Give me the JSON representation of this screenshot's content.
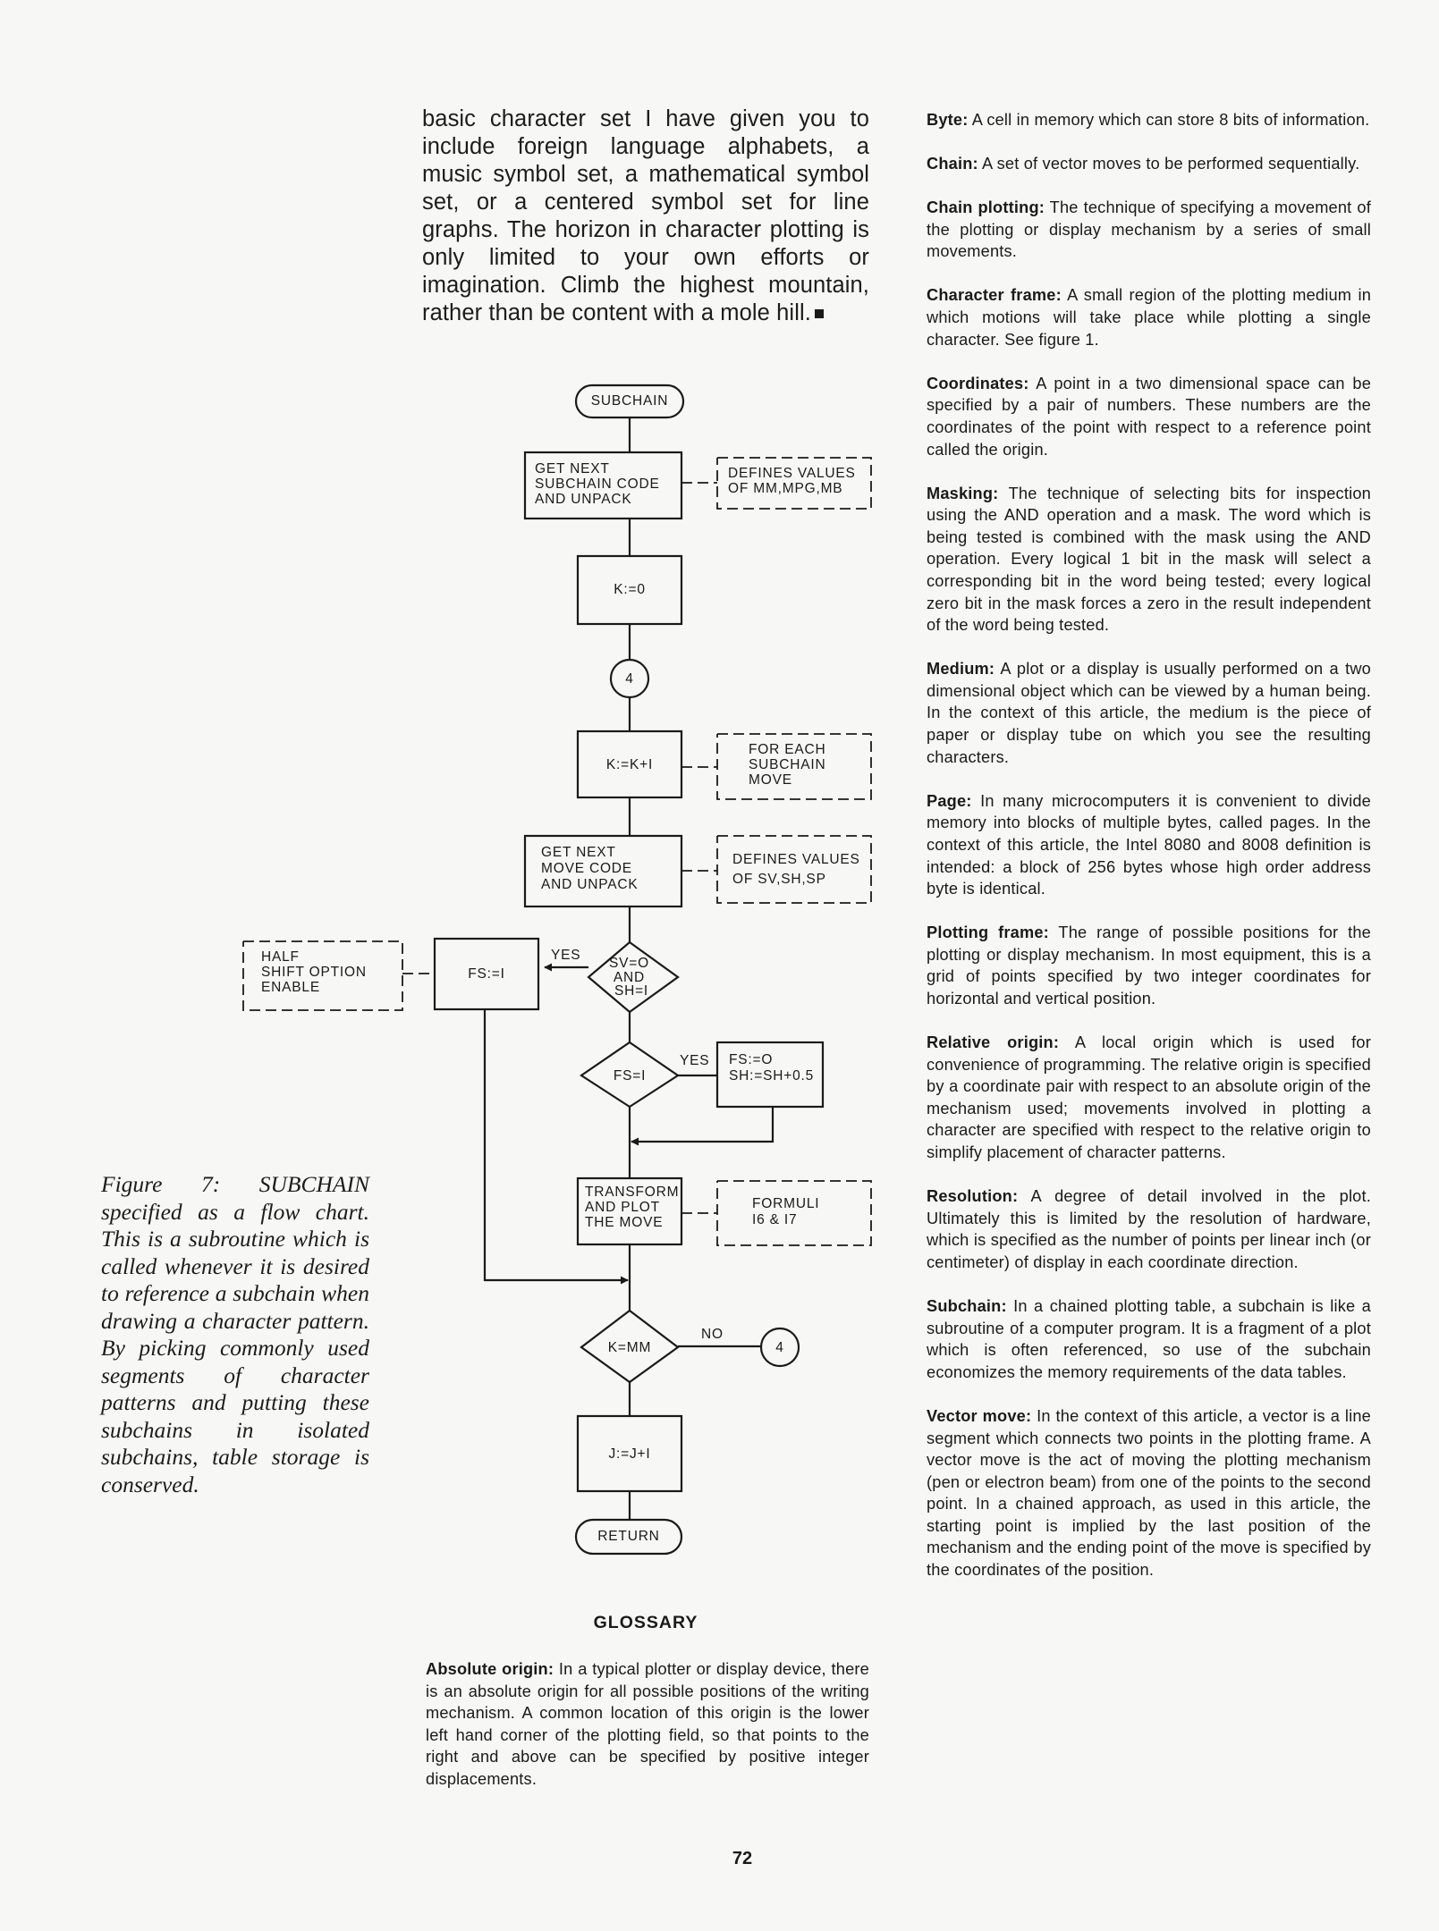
{
  "intro_text": "basic character set I have given you to include foreign language alphabets, a music symbol set, a mathematical symbol set, or a centered symbol set for line graphs. The horizon in character plotting is only limited to your own efforts or imagination. Climb the highest mountain, rather than be content with a mole hill.",
  "figure_caption": "Figure 7: SUBCHAIN specified as a flow chart. This is a subroutine which is called whenever it is desired to reference a subchain when drawing a character pattern. By picking commonly used segments of character patterns and putting these subchains in isolated subchains, table storage is conserved.",
  "flowchart": {
    "start": "SUBCHAIN",
    "get_subchain": [
      "GET NEXT",
      "SUBCHAIN CODE",
      "AND UNPACK"
    ],
    "note_defines_mm": [
      "DEFINES VALUES",
      "OF MM,MPG,MB"
    ],
    "init_k": "K:=0",
    "connector_label": "4",
    "inc_k": "K:=K+I",
    "note_for_each": [
      "FOR EACH",
      "SUBCHAIN",
      "MOVE"
    ],
    "get_move": [
      "GET NEXT",
      "MOVE CODE",
      "AND UNPACK"
    ],
    "note_defines_sv": [
      "DEFINES VALUES",
      "OF SV,SH,SP"
    ],
    "decision_sv": [
      "SV=O",
      "AND",
      "SH=I"
    ],
    "yes_label": "YES",
    "no_label": "NO",
    "set_fs": "FS:=I",
    "note_half_shift": [
      "HALF",
      "SHIFT OPTION",
      "ENABLE"
    ],
    "decision_fs": "FS=I",
    "reset_fs": [
      "FS:=O",
      "SH:=SH+0.5"
    ],
    "transform": [
      "TRANSFORM",
      "AND PLOT",
      "THE MOVE"
    ],
    "note_formuli": [
      "FORMULI",
      "I6 & I7"
    ],
    "decision_k": "K=MM",
    "inc_j": "J:=J+I",
    "end": "RETURN"
  },
  "glossary": {
    "title": "GLOSSARY",
    "left_entries": [
      {
        "term": "Absolute origin:",
        "definition": "In a typical plotter or display device, there is an absolute origin for all possible positions of the writing mechanism. A common location of this origin is the lower left hand corner of the plotting field, so that points to the right and above can be specified by positive integer displacements."
      }
    ],
    "right_entries": [
      {
        "term": "Byte:",
        "definition": "A cell in memory which can store 8 bits of information."
      },
      {
        "term": "Chain:",
        "definition": "A set of vector moves to be performed sequentially."
      },
      {
        "term": "Chain plotting:",
        "definition": "The technique of specifying a movement of the plotting or display mechanism by a series of small movements."
      },
      {
        "term": "Character frame:",
        "definition": "A small region of the plotting medium in which motions will take place while plotting a single character. See figure 1."
      },
      {
        "term": "Coordinates:",
        "definition": "A point in a two dimensional space can be specified by a pair of numbers. These numbers are the coordinates of the point with respect to a reference point called the origin."
      },
      {
        "term": "Masking:",
        "definition": "The technique of selecting bits for inspection using the AND operation and a mask. The word which is being tested is combined with the mask using the AND operation. Every logical 1 bit in the mask will select a corresponding bit in the word being tested; every logical zero bit in the mask forces a zero in the result independent of the word being tested."
      },
      {
        "term": "Medium:",
        "definition": "A plot or a display is usually performed on a two dimensional object which can be viewed by a human being. In the context of this article, the medium is the piece of paper or display tube on which you see the resulting characters."
      },
      {
        "term": "Page:",
        "definition": "In many microcomputers it is convenient to divide memory into blocks of multiple bytes, called pages. In the context of this article, the Intel 8080 and 8008 definition is intended: a block of 256 bytes whose high order address byte is identical."
      },
      {
        "term": "Plotting frame:",
        "definition": "The range of possible positions for the plotting or display mechanism. In most equipment, this is a grid of points specified by two integer coordinates for horizontal and vertical position."
      },
      {
        "term": "Relative origin:",
        "definition": "A local origin which is used for convenience of programming. The relative origin is specified by a coordinate pair with respect to an absolute origin of the mechanism used; movements involved in plotting a character are specified with respect to the relative origin to simplify placement of character patterns."
      },
      {
        "term": "Resolution:",
        "definition": "A degree of detail involved in the plot. Ultimately this is limited by the resolution of hardware, which is specified as the number of points per linear inch (or centimeter) of display in each coordinate direction."
      },
      {
        "term": "Subchain:",
        "definition": "In a chained plotting table, a subchain is like a subroutine of a computer program. It is a fragment of a plot which is often referenced, so use of the subchain economizes the memory requirements of the data tables."
      },
      {
        "term": "Vector move:",
        "definition": "In the context of this article, a vector is a line segment which connects two points in the plotting frame. A vector move is the act of moving the plotting mechanism (pen or electron beam) from one of the points to the second point. In a chained approach, as used in this article, the starting point is implied by the last position of the mechanism and the ending point of the move is specified by the coordinates of the position."
      }
    ]
  },
  "page_number": "72"
}
